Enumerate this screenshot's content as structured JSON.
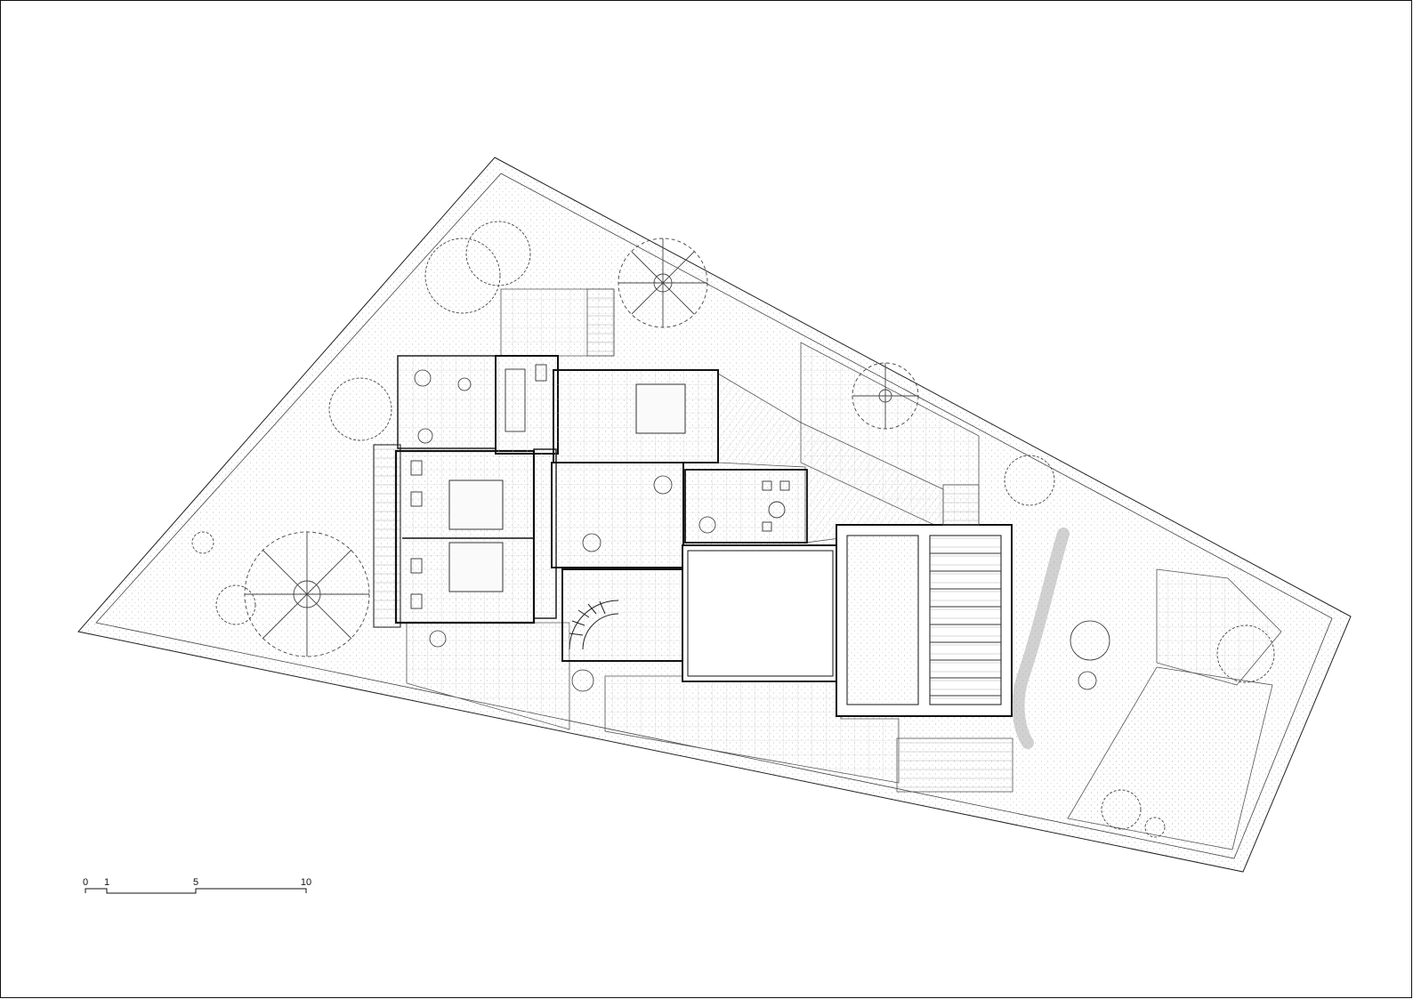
{
  "scale_bar": {
    "ticks": [
      {
        "label": "0",
        "value": 0
      },
      {
        "label": "1",
        "value": 1
      },
      {
        "label": "5",
        "value": 5
      },
      {
        "label": "10",
        "value": 10
      }
    ]
  },
  "colors": {
    "line": "#111111",
    "light_line": "#9a9a9a",
    "dot": "#b5b5b5",
    "background": "#ffffff"
  }
}
